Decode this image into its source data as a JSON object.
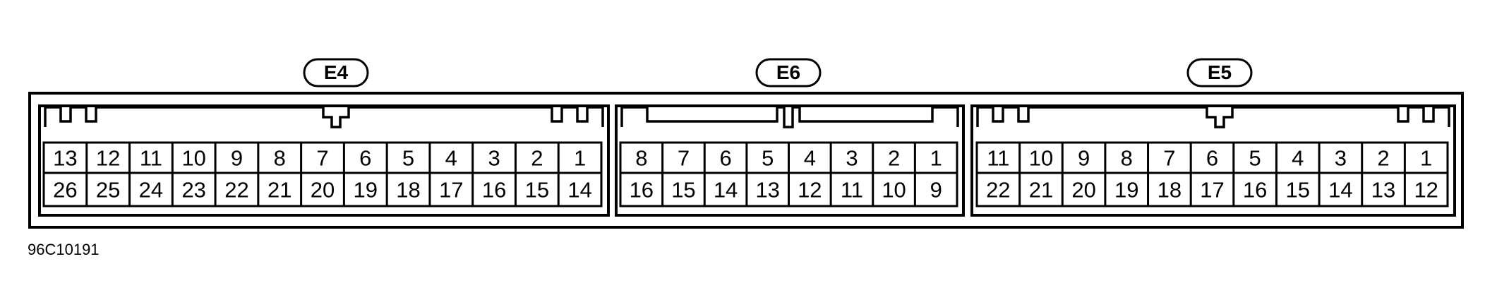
{
  "figure_code": "96C10191",
  "connectors": [
    {
      "label": "E4",
      "top_row": [
        "13",
        "12",
        "11",
        "10",
        "9",
        "8",
        "7",
        "6",
        "5",
        "4",
        "3",
        "2",
        "1"
      ],
      "bottom_row": [
        "26",
        "25",
        "24",
        "23",
        "22",
        "21",
        "20",
        "19",
        "18",
        "17",
        "16",
        "15",
        "14"
      ]
    },
    {
      "label": "E6",
      "top_row": [
        "8",
        "7",
        "6",
        "5",
        "4",
        "3",
        "2",
        "1"
      ],
      "bottom_row": [
        "16",
        "15",
        "14",
        "13",
        "12",
        "11",
        "10",
        "9"
      ]
    },
    {
      "label": "E5",
      "top_row": [
        "11",
        "10",
        "9",
        "8",
        "7",
        "6",
        "5",
        "4",
        "3",
        "2",
        "1"
      ],
      "bottom_row": [
        "22",
        "21",
        "20",
        "19",
        "18",
        "17",
        "16",
        "15",
        "14",
        "13",
        "12"
      ]
    }
  ]
}
